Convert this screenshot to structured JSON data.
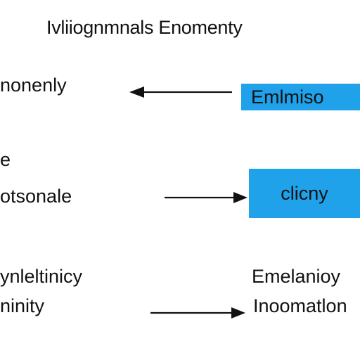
{
  "title": "Ivliiognmnals Enomenty",
  "colors": {
    "box_fill": "#1fa2ea",
    "text": "#111111",
    "arrow": "#111111"
  },
  "rows": [
    {
      "left_lines": [
        "nonenly"
      ],
      "right_lines": [
        "Emlmiso"
      ],
      "right_boxed": true,
      "arrow_direction": "left"
    },
    {
      "left_lines": [
        "e",
        "otsonale"
      ],
      "right_lines": [
        "clicny"
      ],
      "right_boxed": true,
      "arrow_direction": "right"
    },
    {
      "left_lines": [
        "ynleltinicy",
        "ninity"
      ],
      "right_lines": [
        "Emelanioy",
        "Inoomatlon"
      ],
      "right_boxed": false,
      "arrow_direction": "right"
    }
  ]
}
